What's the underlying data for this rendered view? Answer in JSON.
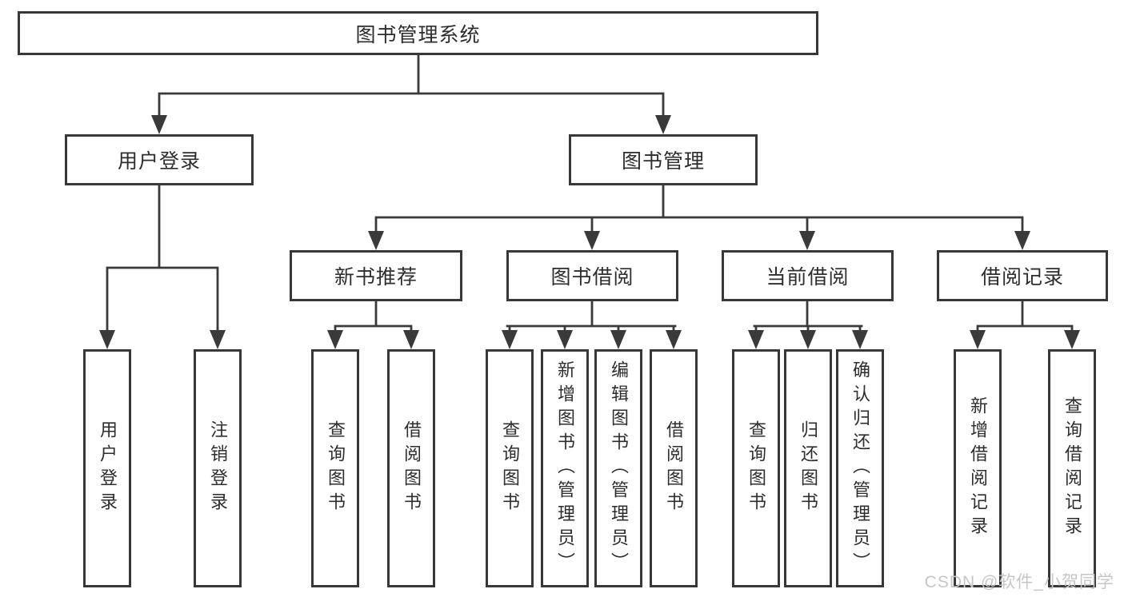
{
  "diagram": {
    "type": "hierarchy-tree",
    "title": "图书管理系统",
    "background": "#ffffff",
    "line_color": "#3a3a3a",
    "box_border_color": "#383838",
    "text_color": "#2d2d2d",
    "watermark": {
      "text": "CSDN @软件_小贺同学",
      "color": "#c6c6c6"
    },
    "nodes": [
      {
        "id": "root",
        "label": "图书管理系统",
        "level": 1,
        "children": [
          "user-login",
          "book-mgmt"
        ]
      },
      {
        "id": "user-login",
        "label": "用户登录",
        "level": 2,
        "parent": "root",
        "children": [
          "leaf-user-login",
          "leaf-logout"
        ]
      },
      {
        "id": "book-mgmt",
        "label": "图书管理",
        "level": 2,
        "parent": "root",
        "children": [
          "new-book-rec",
          "book-borrow",
          "current-borrow",
          "borrow-record"
        ]
      },
      {
        "id": "new-book-rec",
        "label": "新书推荐",
        "level": 3,
        "parent": "book-mgmt",
        "children": [
          "rec-query",
          "rec-borrow"
        ]
      },
      {
        "id": "book-borrow",
        "label": "图书借阅",
        "level": 3,
        "parent": "book-mgmt",
        "children": [
          "borrow-query",
          "borrow-add",
          "borrow-edit",
          "borrow-borrow"
        ]
      },
      {
        "id": "current-borrow",
        "label": "当前借阅",
        "level": 3,
        "parent": "book-mgmt",
        "children": [
          "cur-query",
          "cur-return",
          "cur-confirm"
        ]
      },
      {
        "id": "borrow-record",
        "label": "借阅记录",
        "level": 3,
        "parent": "book-mgmt",
        "children": [
          "record-add",
          "record-query"
        ]
      },
      {
        "id": "leaf-user-login",
        "label": "用户登录",
        "level": 3,
        "parent": "user-login"
      },
      {
        "id": "leaf-logout",
        "label": "注销登录",
        "level": 3,
        "parent": "user-login"
      },
      {
        "id": "rec-query",
        "label": "查询图书",
        "level": 4,
        "parent": "new-book-rec"
      },
      {
        "id": "rec-borrow",
        "label": "借阅图书",
        "level": 4,
        "parent": "new-book-rec"
      },
      {
        "id": "borrow-query",
        "label": "查询图书",
        "level": 4,
        "parent": "book-borrow"
      },
      {
        "id": "borrow-add",
        "label": "新增图书（管理员）",
        "level": 4,
        "parent": "book-borrow"
      },
      {
        "id": "borrow-edit",
        "label": "编辑图书（管理员）",
        "level": 4,
        "parent": "book-borrow"
      },
      {
        "id": "borrow-borrow",
        "label": "借阅图书",
        "level": 4,
        "parent": "book-borrow"
      },
      {
        "id": "cur-query",
        "label": "查询图书",
        "level": 4,
        "parent": "current-borrow"
      },
      {
        "id": "cur-return",
        "label": "归还图书",
        "level": 4,
        "parent": "current-borrow"
      },
      {
        "id": "cur-confirm",
        "label": "确认归还（管理员）",
        "level": 4,
        "parent": "current-borrow"
      },
      {
        "id": "record-add",
        "label": "新增借阅记录",
        "level": 4,
        "parent": "borrow-record"
      },
      {
        "id": "record-query",
        "label": "查询借阅记录",
        "level": 4,
        "parent": "borrow-record"
      }
    ]
  }
}
